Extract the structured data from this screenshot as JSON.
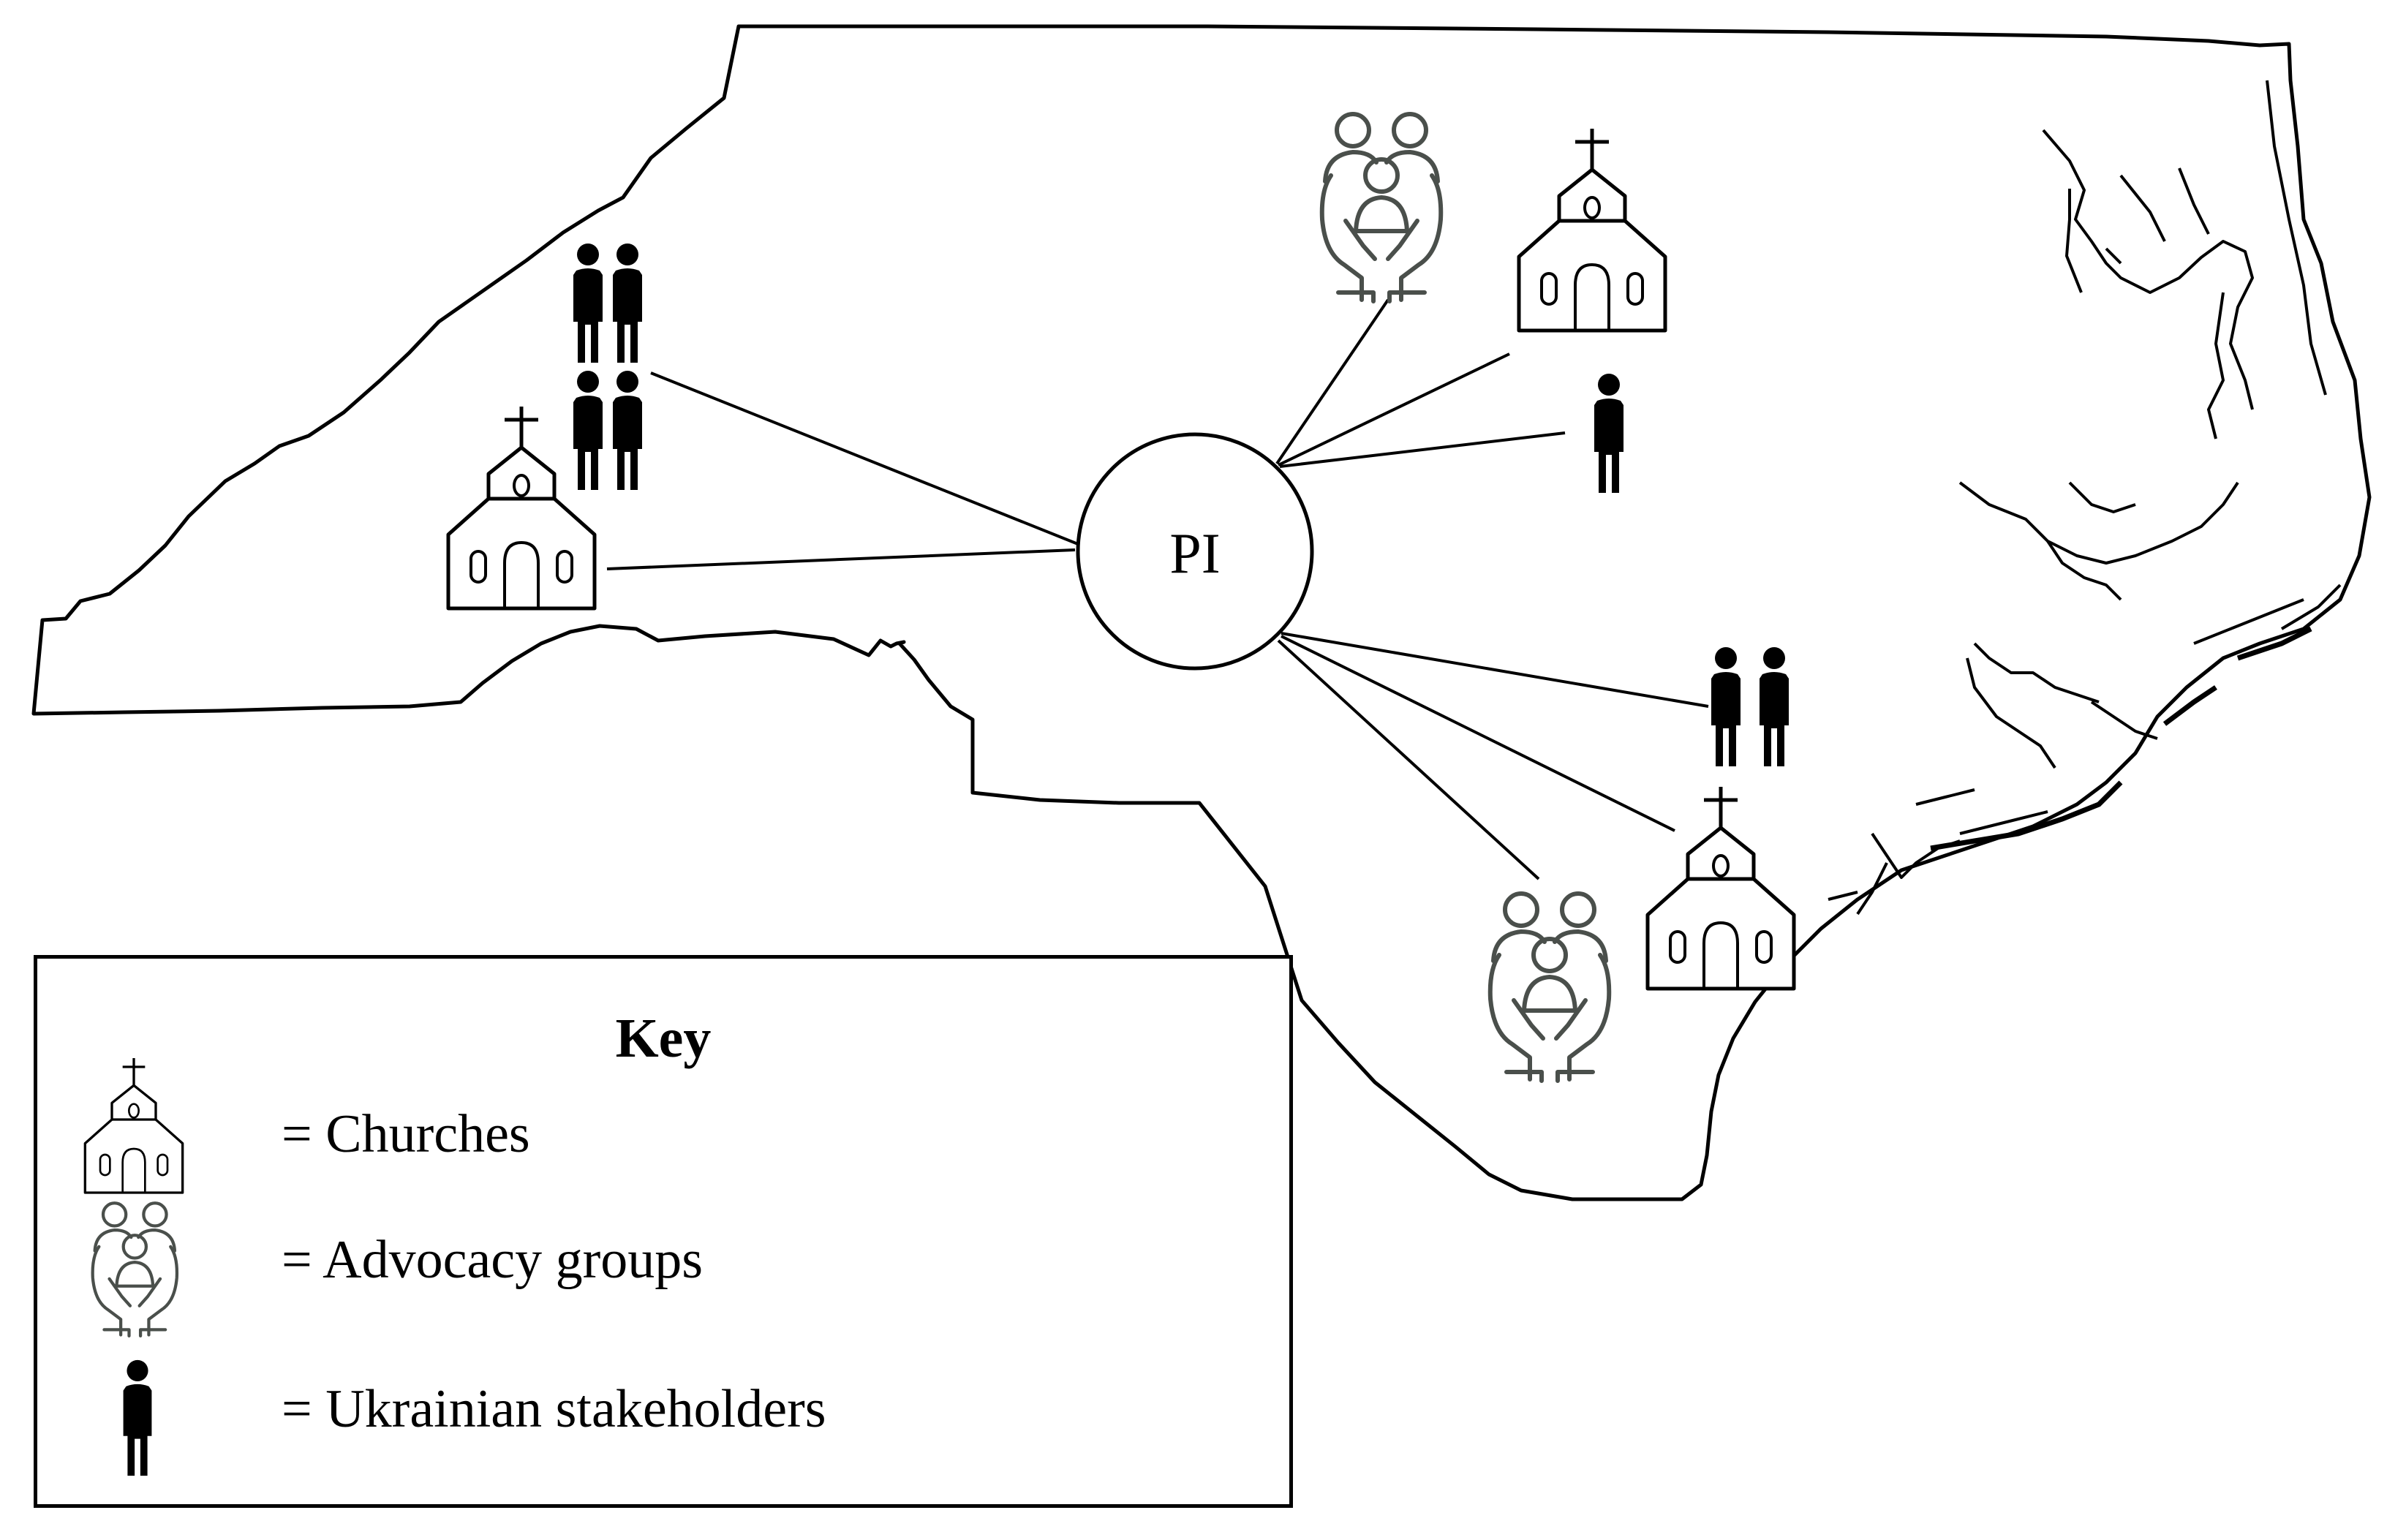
{
  "diagram": {
    "center_node": {
      "label": "PI"
    },
    "nodes": [
      {
        "id": "west-stakeholders",
        "type": "Ukrainian stakeholders",
        "count": 4
      },
      {
        "id": "west-church",
        "type": "Churches"
      },
      {
        "id": "north-advocacy",
        "type": "Advocacy groups"
      },
      {
        "id": "north-church",
        "type": "Churches"
      },
      {
        "id": "north-stakeholder",
        "type": "Ukrainian stakeholders",
        "count": 1
      },
      {
        "id": "southeast-stakeholders",
        "type": "Ukrainian stakeholders",
        "count": 2
      },
      {
        "id": "southeast-church",
        "type": "Churches"
      },
      {
        "id": "southeast-advocacy",
        "type": "Advocacy groups"
      }
    ],
    "colors": {
      "outline": "#000000",
      "advocacy_icon": "#4a4f4b",
      "background": "#ffffff"
    }
  },
  "key": {
    "title": "Key",
    "items": [
      {
        "icon": "church-icon",
        "label": "= Churches"
      },
      {
        "icon": "advocacy-group-icon",
        "label": "= Advocacy groups"
      },
      {
        "icon": "person-icon",
        "label": "= Ukrainian stakeholders"
      }
    ]
  }
}
